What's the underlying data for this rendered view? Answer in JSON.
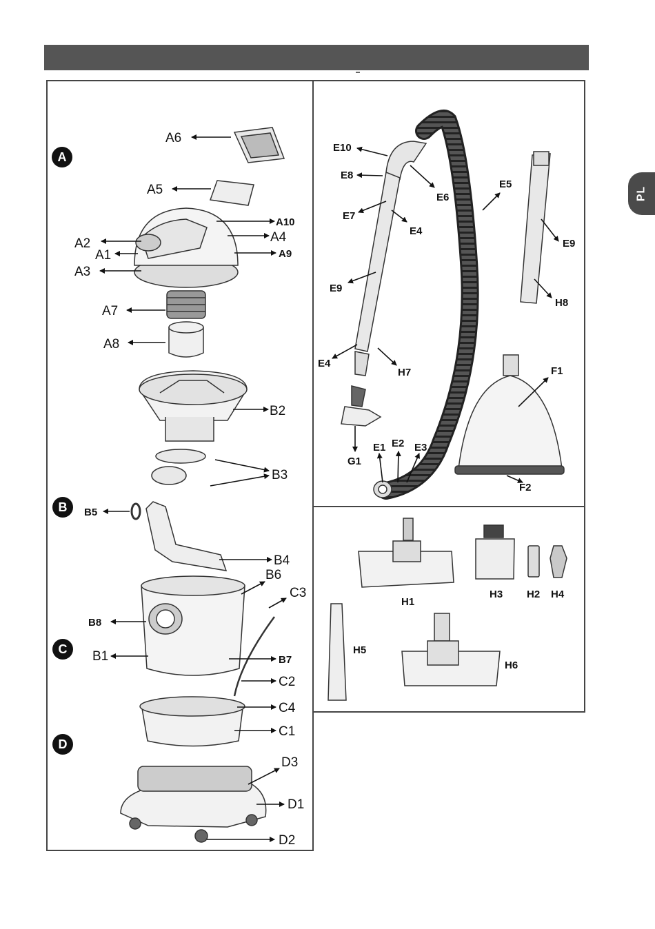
{
  "side_tab": {
    "label": "PL"
  },
  "sections": {
    "a": "A",
    "b": "B",
    "c": "C",
    "d": "D"
  },
  "labels": {
    "A6": "A6",
    "A5": "A5",
    "A10": "A10",
    "A4": "A4",
    "A9": "A9",
    "A2": "A2",
    "A1": "A1",
    "A3": "A3",
    "A7": "A7",
    "A8": "A8",
    "B2": "B2",
    "B3": "B3",
    "B5": "B5",
    "B4": "B4",
    "B6": "B6",
    "B8": "B8",
    "B1": "B1",
    "B7": "B7",
    "C3": "C3",
    "C2": "C2",
    "C4": "C4",
    "C1": "C1",
    "D3": "D3",
    "D1": "D1",
    "D2": "D2",
    "E10": "E10",
    "E8": "E8",
    "E7": "E7",
    "E6": "E6",
    "E5": "E5",
    "E4a": "E4",
    "E9a": "E9",
    "E4b": "E4",
    "H7": "H7",
    "G1": "G1",
    "E1": "E1",
    "E2": "E2",
    "E3": "E3",
    "E9b": "E9",
    "H8": "H8",
    "F1": "F1",
    "F2": "F2",
    "H1": "H1",
    "H3": "H3",
    "H2": "H2",
    "H4": "H4",
    "H5": "H5",
    "H6": "H6"
  }
}
